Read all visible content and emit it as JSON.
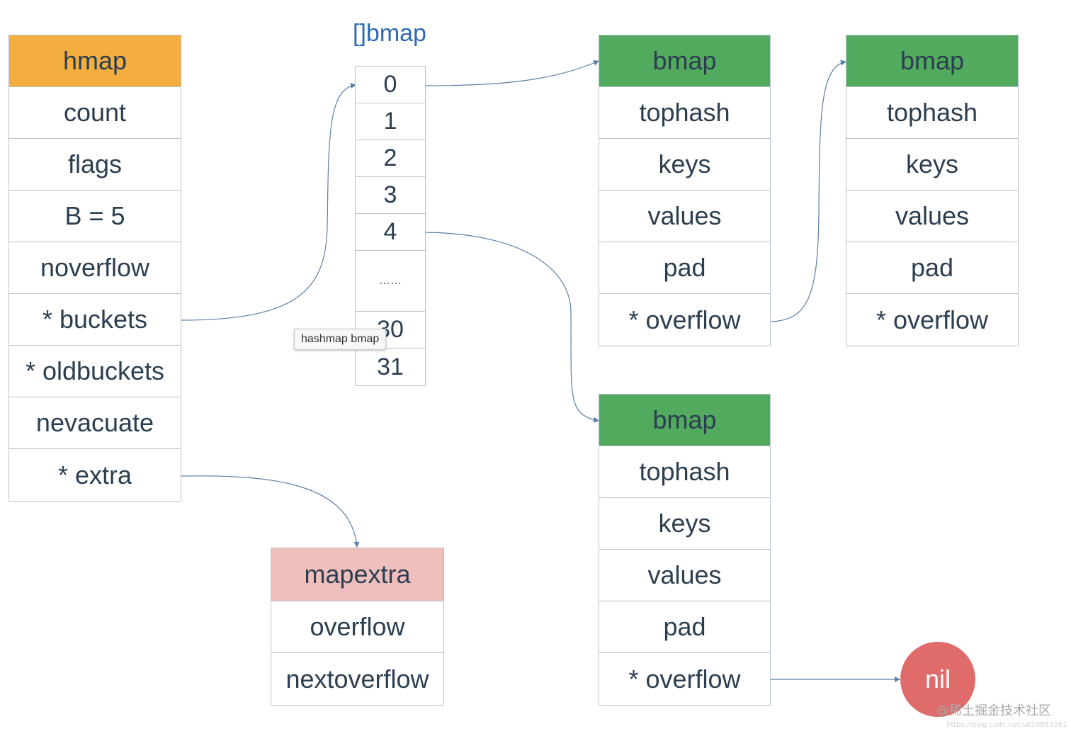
{
  "hmap": {
    "title": "hmap",
    "fields": [
      "count",
      "flags",
      "B = 5",
      "noverflow",
      "* buckets",
      "* oldbuckets",
      "nevacuate",
      "* extra"
    ]
  },
  "bucket_array": {
    "title": "[]bmap",
    "cells": [
      "0",
      "1",
      "2",
      "3",
      "4",
      "……",
      "30",
      "31"
    ]
  },
  "tooltip": "hashmap bmap",
  "bmap_0": {
    "title": "bmap",
    "fields": [
      "tophash",
      "keys",
      "values",
      "pad",
      "* overflow"
    ]
  },
  "bmap_overflow": {
    "title": "bmap",
    "fields": [
      "tophash",
      "keys",
      "values",
      "pad",
      "* overflow"
    ]
  },
  "bmap_4": {
    "title": "bmap",
    "fields": [
      "tophash",
      "keys",
      "values",
      "pad",
      "* overflow"
    ]
  },
  "mapextra": {
    "title": "mapextra",
    "fields": [
      "overflow",
      "nextoverflow"
    ]
  },
  "nil": "nil",
  "watermark": "@稀土掘金技术社区",
  "watermark_url": "https://blog.csdn.net/u010853261",
  "colors": {
    "hmap_header": "#f4ae3f",
    "bmap_header": "#52aa5e",
    "mapextra_header": "#eebfbd",
    "nil_fill": "#df6b6b",
    "arrow": "#5b7fa6",
    "text": "#2c3e50",
    "title_text": "#2f6bb2"
  }
}
